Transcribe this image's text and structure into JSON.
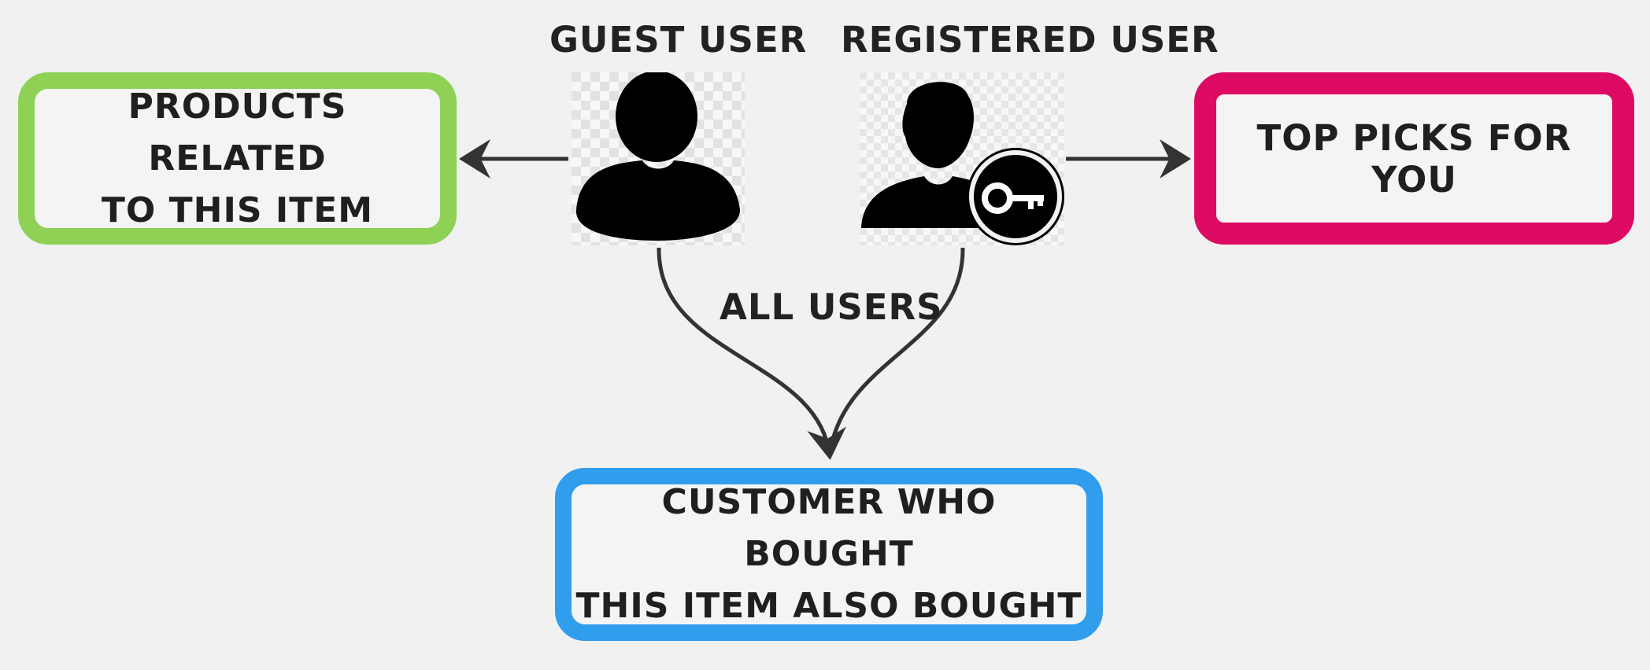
{
  "headings": {
    "guest_user": "GUEST USER",
    "registered_user": "REGISTERED USER",
    "all_users": "ALL USERS"
  },
  "boxes": {
    "products_related": {
      "line1": "PRODUCTS RELATED",
      "line2": "TO THIS ITEM",
      "color": "#8ed155"
    },
    "top_picks": {
      "text": "TOP PICKS FOR YOU",
      "color": "#dc0a63"
    },
    "customer_also_bought": {
      "line1": "CUSTOMER WHO BOUGHT",
      "line2": "THIS ITEM ALSO BOUGHT",
      "color": "#319ded"
    }
  },
  "icons": {
    "guest": "user-silhouette-icon",
    "registered": "user-with-key-icon"
  },
  "colors": {
    "background": "#f1f1f1",
    "arrow": "#333333"
  }
}
